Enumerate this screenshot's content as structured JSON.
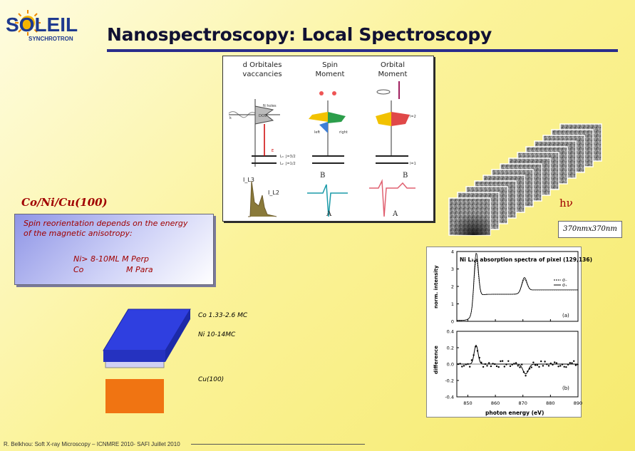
{
  "logo": {
    "name": "SOLEIL",
    "sub": "SYNCHROTRON"
  },
  "header": {
    "title": "Nanospectroscopy: Local Spectroscopy"
  },
  "xmcd_figure": {
    "columns": [
      {
        "label_lines": [
          "d Orbitales",
          "vaccancies"
        ]
      },
      {
        "label_lines": [
          "Spin",
          "Moment"
        ]
      },
      {
        "label_lines": [
          "Orbital",
          "Moment"
        ]
      }
    ],
    "diagram_labels": {
      "n_holes": "N holes",
      "dos": "DOS",
      "k": "k",
      "e": "E",
      "l3": "L₃",
      "l2": "L₂",
      "j32": "J=3/2",
      "j12": "J=1/2",
      "left": "left",
      "right": "right",
      "l2q": "l=2",
      "l1": "l=1",
      "il3": "I_L3",
      "il2": "I_L2",
      "a1": "A",
      "b1": "B",
      "a2": "A",
      "b2": "B"
    }
  },
  "sample": {
    "label": "Co/Ni/Cu(100)"
  },
  "info": {
    "line1": "Spin reorientation depends on the energy",
    "line2": "of the magnetic anisotropy:",
    "line3": "Ni> 8-10ML M  Perp",
    "line4a": "Co",
    "line4b": "M Para"
  },
  "image_stack": {
    "photon_label": "hν",
    "fov": "370nmx370nm",
    "frames": 14
  },
  "layers": {
    "co": "Co 1.33-2.6 MC",
    "ni": "Ni 10-14MC",
    "cu": "Cu(100)"
  },
  "colors": {
    "co": "#2f3fe0",
    "ni": "#d0d0f4",
    "cu": "#f07412",
    "accent_red": "#a00000",
    "rule_blue": "#2a2d8c"
  },
  "spectra": {
    "title": "Ni L₃,₂ absorption spectra of pixel (129,136)",
    "legend": [
      "σ₋",
      "σ₊"
    ],
    "top": {
      "ylabel": "norm. intensity",
      "tag": "(a)",
      "yticks": [
        "0",
        "1",
        "2",
        "3",
        "4"
      ],
      "ylim": [
        0,
        4
      ]
    },
    "bottom": {
      "ylabel": "difference",
      "tag": "(b)",
      "yticks": [
        "-0.4",
        "-0.2",
        "0.0",
        "0.2",
        "0.4"
      ],
      "ylim": [
        -0.4,
        0.4
      ]
    },
    "xticks": [
      "850",
      "860",
      "870",
      "880",
      "890"
    ],
    "xlabel": "photon energy  (eV)",
    "xlim": [
      846,
      890
    ]
  },
  "footer": {
    "text": "R. Belkhou: Soft X-ray Microscopy – ICNMRE 2010- SAFI Juillet 2010"
  }
}
